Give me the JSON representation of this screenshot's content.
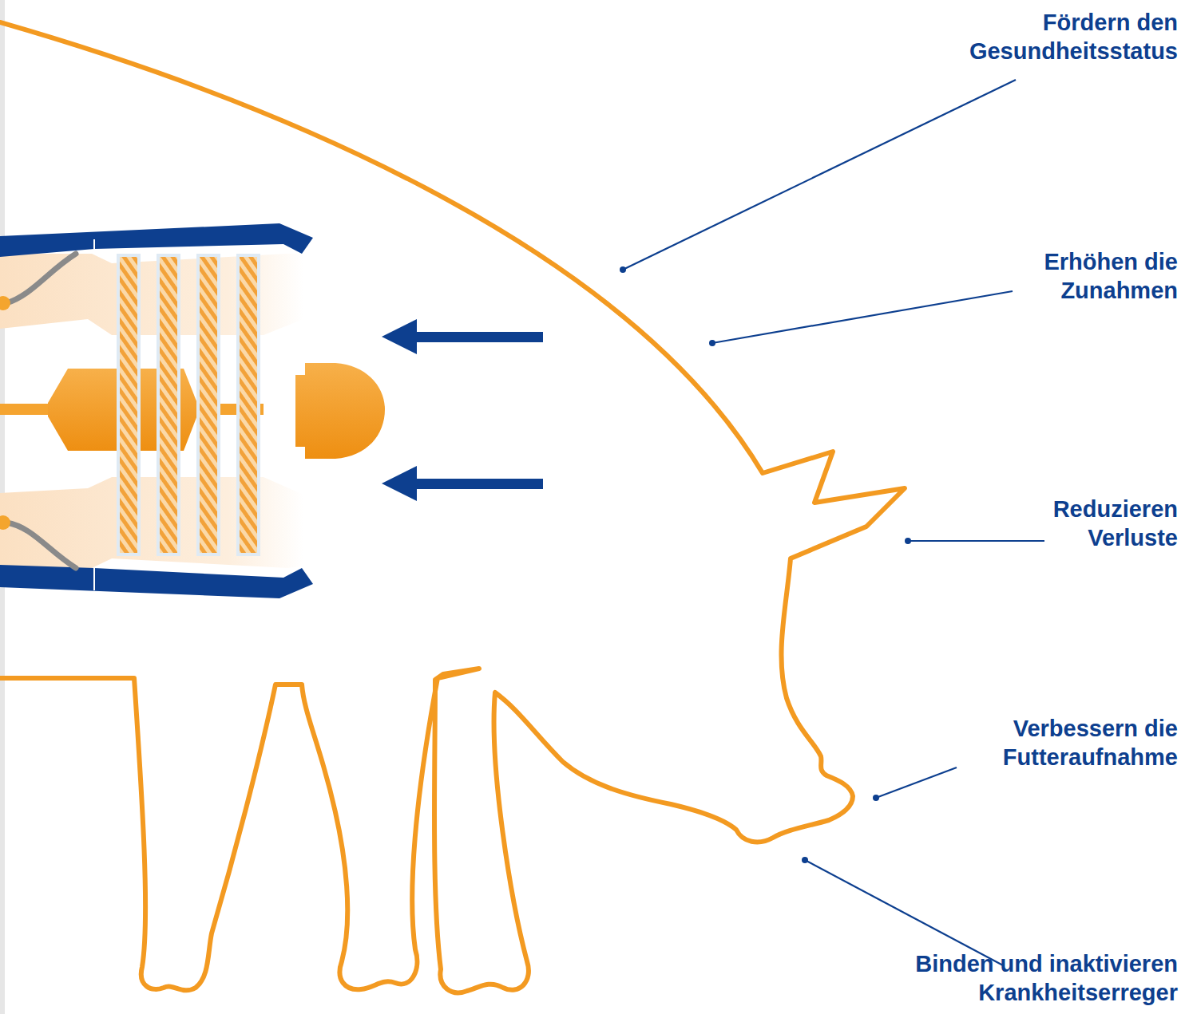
{
  "diagram": {
    "labels": [
      "Fördern den Gesundheitsstatus",
      "Erhöhen die Zunahmen",
      "Reduzieren Verluste",
      "Verbessern die Futteraufnahme",
      "Binden und inaktivieren Krankheitserreger"
    ]
  }
}
